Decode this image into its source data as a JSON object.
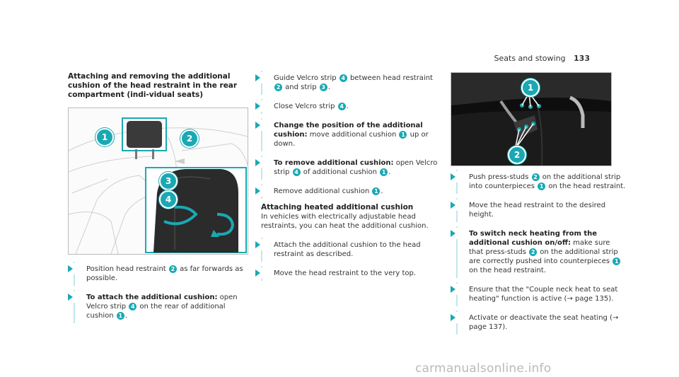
{
  "header": {
    "section": "Seats and stowing",
    "page": "133"
  },
  "left": {
    "title": "Attaching and removing the additional cushion of the head restraint in the rear compartment (indi-vidual seats)",
    "steps": [
      {
        "pre": "Position head restraint ",
        "n1": "2",
        "post": " as far forwards as possible."
      },
      {
        "bold": "To attach the additional cushion:",
        "pre": " open Velcro strip ",
        "n1": "4",
        "mid": " on the rear of additional cushion ",
        "n2": "1",
        "post": "."
      }
    ]
  },
  "middle": {
    "steps1": [
      {
        "pre": "Guide Velcro strip ",
        "n1": "4",
        "mid": " between head restraint ",
        "n2": "2",
        "mid2": " and strip ",
        "n3": "3",
        "post": "."
      },
      {
        "pre": "Close Velcro strip ",
        "n1": "4",
        "post": "."
      },
      {
        "bold": "Change the position of the additional cushion:",
        "pre": " move additional cushion ",
        "n1": "1",
        "post": " up or down."
      },
      {
        "bold": "To remove additional cushion:",
        "pre": " open Velcro strip ",
        "n1": "4",
        "mid": " of additional cushion ",
        "n2": "1",
        "post": "."
      },
      {
        "pre": "Remove additional cushion ",
        "n1": "1",
        "post": "."
      }
    ],
    "heading": "Attaching heated additional cushion",
    "para": "In vehicles with electrically adjustable head restraints, you can heat the additional cushion.",
    "steps2": [
      {
        "text": "Attach the additional cushion to the head restraint as described."
      },
      {
        "text": "Move the head restraint to the very top."
      }
    ]
  },
  "right": {
    "steps": [
      {
        "pre": "Push press-studs ",
        "n1": "2",
        "mid": " on the additional strip into counterpieces ",
        "n2": "1",
        "post": " on the head restraint."
      },
      {
        "text": "Move the head restraint to the desired height."
      },
      {
        "bold": "To switch neck heating from the additional cushion on/off:",
        "pre": " make sure that press-studs ",
        "n1": "2",
        "mid": " on the additional strip are correctly pushed into counterpieces ",
        "n2": "1",
        "post": " on the head restraint."
      },
      {
        "text": "Ensure that the \"Couple neck heat to seat heating\" function is active (",
        "ref": "→ page 135)."
      },
      {
        "text": "Activate or deactivate the seat heating (",
        "ref": "→ page 137)."
      }
    ]
  },
  "figure1": {
    "callouts": [
      "1",
      "2",
      "3",
      "4"
    ]
  },
  "figure2": {
    "callouts": [
      "1",
      "2"
    ]
  },
  "watermark": "carmanualsonline.info",
  "colors": {
    "accent": "#1aa9b3",
    "bar": "#bfe8ea"
  }
}
